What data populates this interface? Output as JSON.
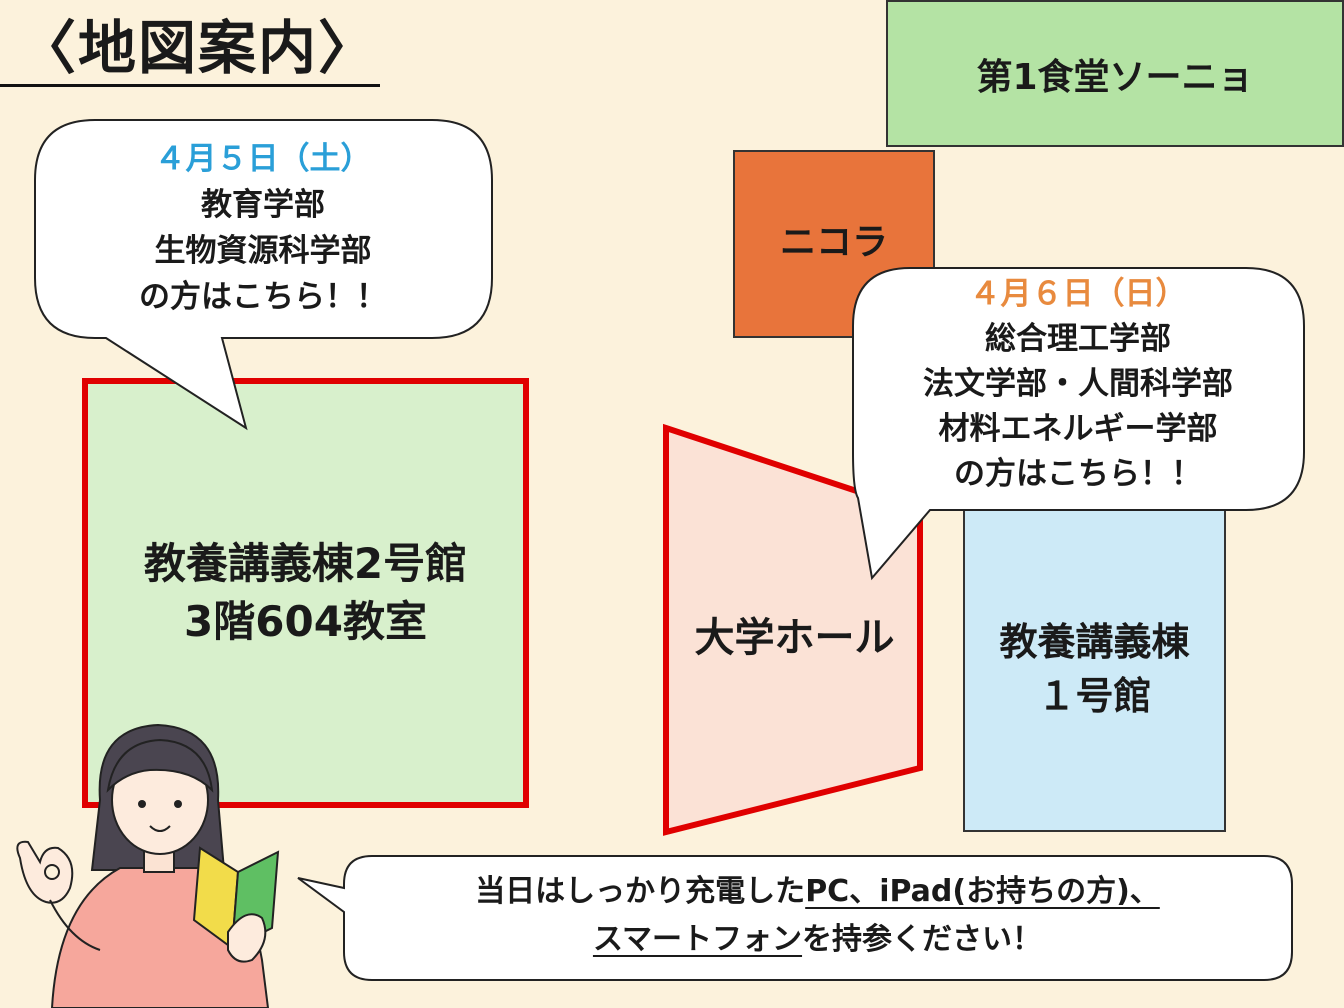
{
  "title": "〈地図案内〉",
  "buildings": {
    "cafeteria": "第1食堂ソーニョ",
    "nicola": "ニコラ",
    "hall": "大学ホール",
    "lecture1": [
      "教養講義棟",
      "１号館"
    ],
    "lecture2": [
      "教養講義棟2号館",
      "3階604教室"
    ]
  },
  "bubble_day1": {
    "date": "４月５日（土）",
    "lines": [
      "教育学部",
      "生物資源科学部",
      "の方はこちら！！"
    ]
  },
  "bubble_day2": {
    "date": "４月６日（日）",
    "lines": [
      "総合理工学部",
      "法文学部・人間科学部",
      "材料エネルギー学部",
      "の方はこちら！！"
    ]
  },
  "notice": {
    "line1_a": "当日はしっかり充電した",
    "line1_b": "PC、iPad(お持ちの方)、",
    "line2_a": "スマートフォン",
    "line2_b": "を持参ください！"
  },
  "colors": {
    "background": "#fcf2dc",
    "highlight_border": "#e00000",
    "day1_date": "#2a9fd8",
    "day2_date": "#e88a3e"
  }
}
